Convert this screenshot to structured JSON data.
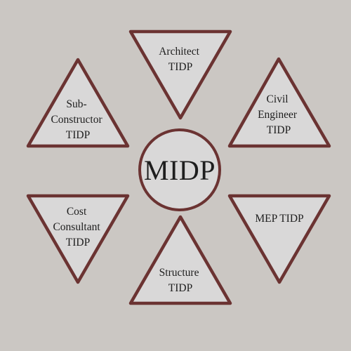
{
  "colors": {
    "background": "#cbc7c3",
    "shape_fill": "#d9d8d8",
    "outline": "#6b3332",
    "text": "#1e1e1e"
  },
  "center": {
    "label": "MIDP"
  },
  "nodes": [
    {
      "id": "architect",
      "lines": [
        "Architect",
        "TIDP"
      ]
    },
    {
      "id": "civil-engineer",
      "lines": [
        "Civil",
        "Engineer",
        "TIDP"
      ]
    },
    {
      "id": "mep",
      "lines": [
        "MEP TIDP"
      ]
    },
    {
      "id": "structure",
      "lines": [
        "Structure",
        "TIDP"
      ]
    },
    {
      "id": "cost-consultant",
      "lines": [
        "Cost",
        "Consultant",
        "TIDP"
      ]
    },
    {
      "id": "sub-constructor",
      "lines": [
        "Sub-",
        "Constructor",
        "TIDP"
      ]
    }
  ]
}
